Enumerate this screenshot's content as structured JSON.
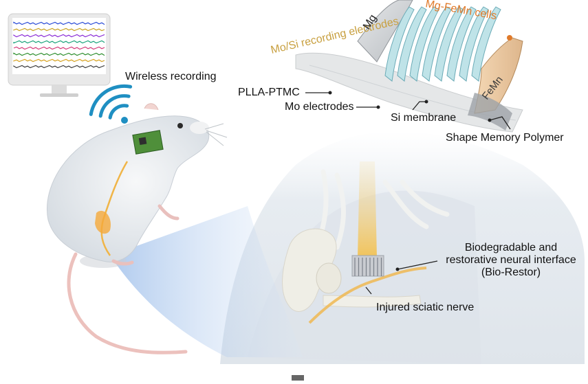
{
  "labels": {
    "wireless_recording": "Wireless recording",
    "mo_si_recording_electrodes": "Mo/Si recording electrodes",
    "mg": "Mg",
    "mg_femn_cells": "Mg-FeMn cells",
    "plla_ptmc": "PLLA-PTMC",
    "mo_electrodes": "Mo electrodes",
    "si_membrane": "Si membrane",
    "femn": "FeMn",
    "shape_memory_polymer": "Shape Memory Polymer",
    "bio_restor_line1": "Biodegradable and",
    "bio_restor_line2": "restorative neural interface",
    "bio_restor_line3": "(Bio-Restor)",
    "injured_sciatic_nerve": "Injured sciatic nerve"
  },
  "colors": {
    "electrode_label": "#c8a040",
    "cell_label": "#e07a2a",
    "wifi": "#1f8fc2",
    "monitor_frame": "#e7e7e7",
    "monitor_screen": "#1b1b1b",
    "cyan_lines": "#7fc9d2",
    "amber_device": "#f0b548",
    "beam": "#8fb6e6"
  },
  "icons": {
    "monitor": "monitor-icon",
    "wireless": "wifi-icon"
  }
}
